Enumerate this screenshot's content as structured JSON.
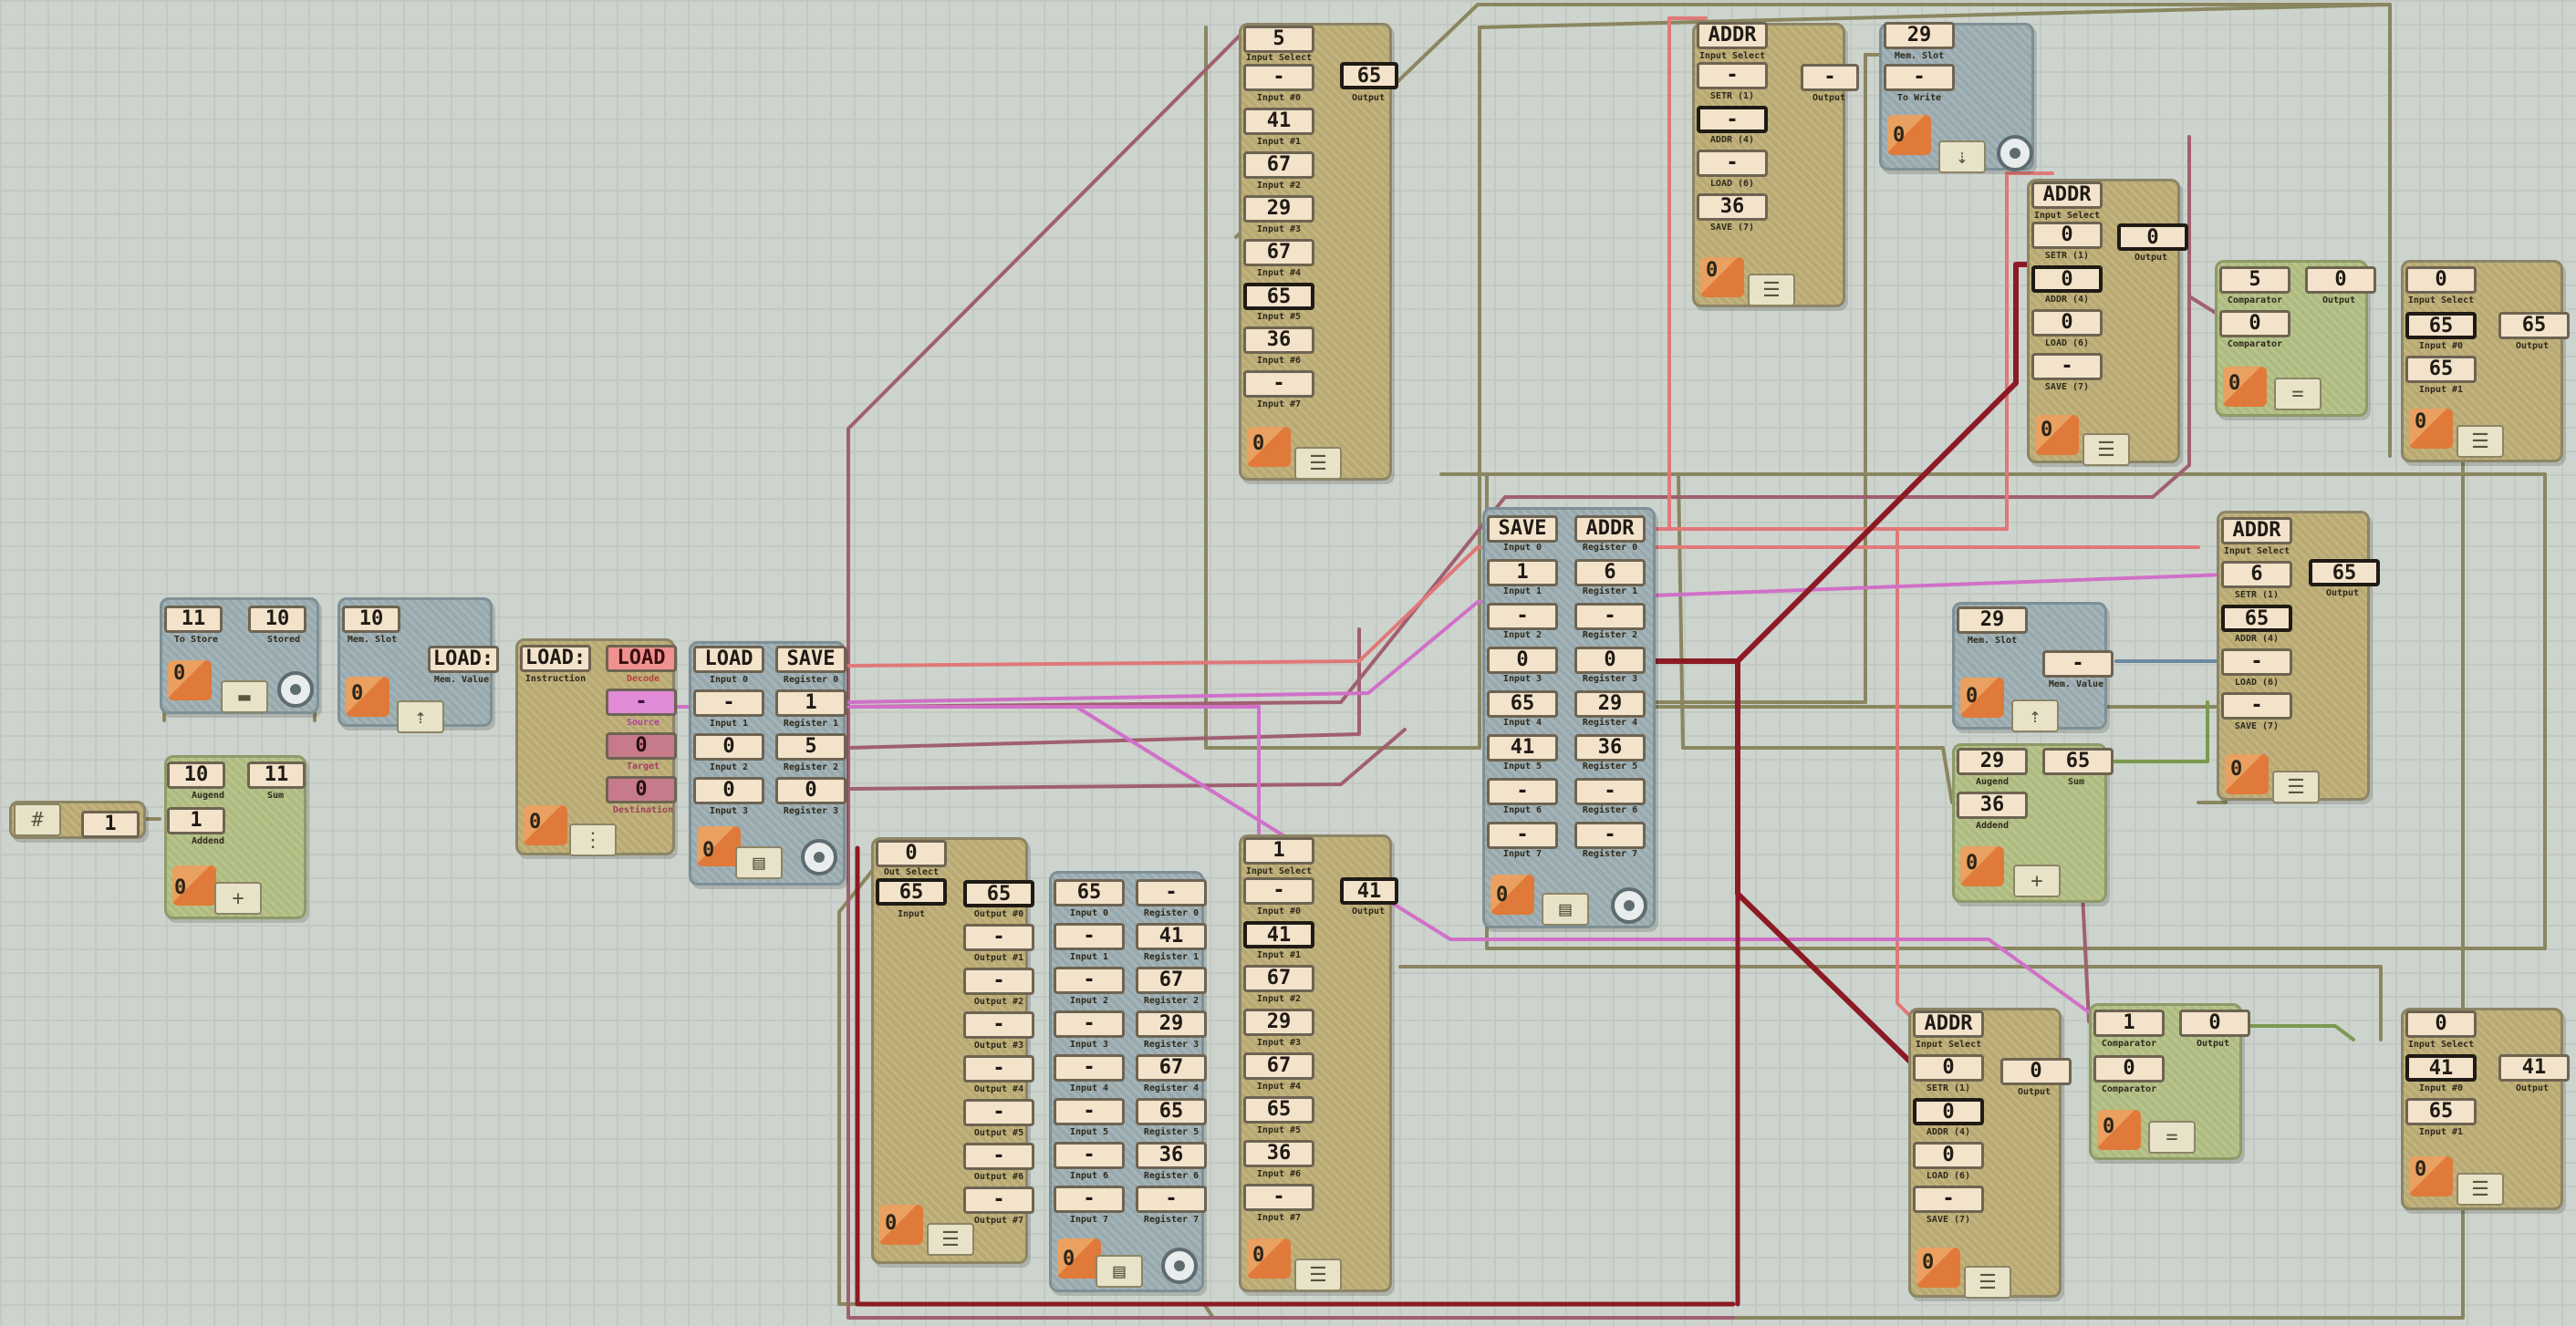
{
  "source": {
    "value": "1",
    "icon": "#"
  },
  "adder_small": {
    "augend": "10",
    "addend": "1",
    "sum": "11",
    "augend_label": "Augend",
    "addend_label": "Addend",
    "sum_label": "Sum",
    "count": "0"
  },
  "register": {
    "to_store": "11",
    "stored": "10",
    "to_store_label": "To Store",
    "stored_label": "Stored",
    "count": "0"
  },
  "mem_read_1": {
    "slot": "10",
    "value": "LOAD:",
    "slot_label": "Mem. Slot",
    "value_label": "Mem. Value",
    "count": "0"
  },
  "decoder": {
    "instruction": "LOAD:",
    "instruction_label": "Instruction",
    "decode": "LOAD",
    "decode_label": "Decode",
    "source": "-",
    "source_label": "Source",
    "target": "0",
    "target_label": "Target",
    "destination": "0",
    "destination_label": "Destination",
    "count": "0"
  },
  "reg_file_a": {
    "inputs": [
      "LOAD",
      "-",
      "0",
      "0"
    ],
    "input_labels": [
      "Input 0",
      "Input 1",
      "Input 2",
      "Input 3"
    ],
    "registers": [
      "SAVE",
      "1",
      "5",
      "0"
    ],
    "register_labels": [
      "Register 0",
      "Register 1",
      "Register 2",
      "Register 3"
    ],
    "count": "0"
  },
  "mux_top": {
    "select": "5",
    "select_label": "Input Select",
    "inputs": [
      "-",
      "41",
      "67",
      "29",
      "67",
      "65",
      "36",
      "-"
    ],
    "input_labels": [
      "Input #0",
      "Input #1",
      "Input #2",
      "Input #3",
      "Input #4",
      "Input #5",
      "Input #6",
      "Input #7"
    ],
    "output": "65",
    "output_label": "Output",
    "count": "0"
  },
  "instr_mux": {
    "select": "ADDR",
    "select_label": "Input Select",
    "inputs": [
      "-",
      "-",
      "-",
      "36"
    ],
    "input_labels": [
      "SETR (1)",
      "ADDR (4)",
      "LOAD (6)",
      "SAVE (7)"
    ],
    "output": "-",
    "output_label": "Output",
    "count": "0"
  },
  "mem_write": {
    "slot": "29",
    "value": "-",
    "slot_label": "Mem. Slot",
    "value_label": "To Write",
    "count": "0"
  },
  "addr_mux_1": {
    "select": "ADDR",
    "select_label": "Input Select",
    "inputs": [
      "0",
      "0",
      "0",
      "-"
    ],
    "input_labels": [
      "SETR (1)",
      "ADDR (4)",
      "LOAD (6)",
      "SAVE (7)"
    ],
    "output": "0",
    "output_label": "Output",
    "count": "0"
  },
  "comparator_1": {
    "a": "5",
    "b": "0",
    "output": "0",
    "a_label": "Comparator",
    "b_label": "Comparator",
    "output_label": "Output",
    "count": "0"
  },
  "sel_mux_1": {
    "select": "0",
    "select_label": "Input Select",
    "inputs": [
      "65",
      "65"
    ],
    "input_labels": [
      "Input #0",
      "Input #1"
    ],
    "output": "65",
    "output_label": "Output",
    "count": "0"
  },
  "reg_file_b": {
    "inputs": [
      "SAVE",
      "1",
      "-",
      "0",
      "65",
      "41",
      "-",
      "-"
    ],
    "input_labels": [
      "Input 0",
      "Input 1",
      "Input 2",
      "Input 3",
      "Input 4",
      "Input 5",
      "Input 6",
      "Input 7"
    ],
    "registers": [
      "ADDR",
      "6",
      "-",
      "0",
      "29",
      "36",
      "-",
      "-"
    ],
    "register_labels": [
      "Register 0",
      "Register 1",
      "Register 2",
      "Register 3",
      "Register 4",
      "Register 5",
      "Register 6",
      "Register 7"
    ],
    "count": "0"
  },
  "addr_mux_2": {
    "select": "ADDR",
    "select_label": "Input Select",
    "inputs": [
      "6",
      "65",
      "-",
      "-"
    ],
    "input_labels": [
      "SETR (1)",
      "ADDR (4)",
      "LOAD (6)",
      "SAVE (7)"
    ],
    "output": "65",
    "output_label": "Output",
    "count": "0"
  },
  "mem_read_2": {
    "slot": "29",
    "value": "-",
    "slot_label": "Mem. Slot",
    "value_label": "Mem. Value",
    "count": "0"
  },
  "adder_big": {
    "augend": "29",
    "addend": "36",
    "sum": "65",
    "augend_label": "Augend",
    "addend_label": "Addend",
    "sum_label": "Sum",
    "count": "0"
  },
  "demux": {
    "select": "0",
    "select_label": "Out Select",
    "input": "65",
    "input_label": "Input",
    "outputs": [
      "65",
      "-",
      "-",
      "-",
      "-",
      "-",
      "-",
      "-"
    ],
    "output_labels": [
      "Output #0",
      "Output #1",
      "Output #2",
      "Output #3",
      "Output #4",
      "Output #5",
      "Output #6",
      "Output #7"
    ],
    "count": "0"
  },
  "reg_file_c": {
    "inputs": [
      "65",
      "-",
      "-",
      "-",
      "-",
      "-",
      "-",
      "-"
    ],
    "input_labels": [
      "Input 0",
      "Input 1",
      "Input 2",
      "Input 3",
      "Input 4",
      "Input 5",
      "Input 6",
      "Input 7"
    ],
    "registers": [
      "-",
      "41",
      "67",
      "29",
      "67",
      "65",
      "36",
      "-"
    ],
    "register_labels": [
      "Register 0",
      "Register 1",
      "Register 2",
      "Register 3",
      "Register 4",
      "Register 5",
      "Register 6",
      "Register 7"
    ],
    "count": "0"
  },
  "mux_bottom": {
    "select": "1",
    "select_label": "Input Select",
    "inputs": [
      "-",
      "41",
      "67",
      "29",
      "67",
      "65",
      "36",
      "-"
    ],
    "input_labels": [
      "Input #0",
      "Input #1",
      "Input #2",
      "Input #3",
      "Input #4",
      "Input #5",
      "Input #6",
      "Input #7"
    ],
    "output": "41",
    "output_label": "Output",
    "count": "0"
  },
  "addr_mux_3": {
    "select": "ADDR",
    "select_label": "Input Select",
    "inputs": [
      "0",
      "0",
      "0",
      "-"
    ],
    "input_labels": [
      "SETR (1)",
      "ADDR (4)",
      "LOAD (6)",
      "SAVE (7)"
    ],
    "output": "0",
    "output_label": "Output",
    "count": "0"
  },
  "comparator_2": {
    "a": "1",
    "b": "0",
    "output": "0",
    "a_label": "Comparator",
    "b_label": "Comparator",
    "output_label": "Output",
    "count": "0"
  },
  "sel_mux_2": {
    "select": "0",
    "select_label": "Input Select",
    "inputs": [
      "41",
      "65"
    ],
    "input_labels": [
      "Input #0",
      "Input #1"
    ],
    "output": "41",
    "output_label": "Output",
    "count": "0"
  },
  "colors": {
    "wire_tan": "#8a8660",
    "wire_rose": "#a06070",
    "wire_pink": "#e07878",
    "wire_magenta": "#d070c8",
    "wire_darkred": "#8c1a24",
    "wire_green": "#7a9a50",
    "wire_blue": "#6a8aa0"
  }
}
